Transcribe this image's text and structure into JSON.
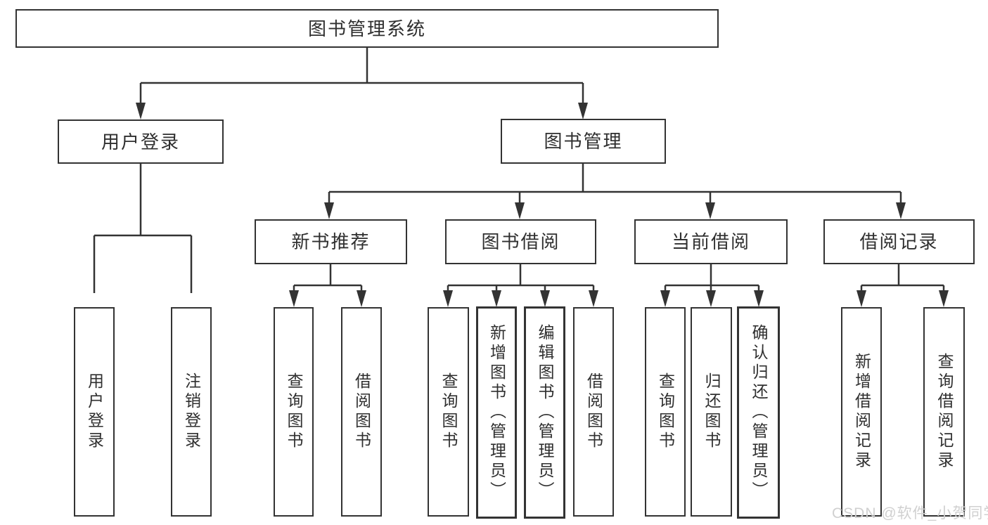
{
  "tree": {
    "root_label": "图书管理系统",
    "children": [
      {
        "label": "用户登录",
        "children": [
          "用户登录",
          "注销登录"
        ]
      },
      {
        "label": "图书管理",
        "children": [
          {
            "label": "新书推荐",
            "children": [
              "查询图书",
              "借阅图书"
            ]
          },
          {
            "label": "图书借阅",
            "children": [
              "查询图书",
              "新增图书（管理员）",
              "编辑图书（管理员）",
              "借阅图书"
            ]
          },
          {
            "label": "当前借阅",
            "children": [
              "查询图书",
              "归还图书",
              "确认归还（管理员）"
            ]
          },
          {
            "label": "借阅记录",
            "children": [
              "新增借阅记录",
              "查询借阅记录"
            ]
          }
        ]
      }
    ]
  },
  "watermark": {
    "text": "CSDN @软件_小贺同学"
  },
  "colors": {
    "line": "#333333",
    "text": "#2f2f2f",
    "watermark": "#d0d0d0",
    "background": "#ffffff"
  }
}
